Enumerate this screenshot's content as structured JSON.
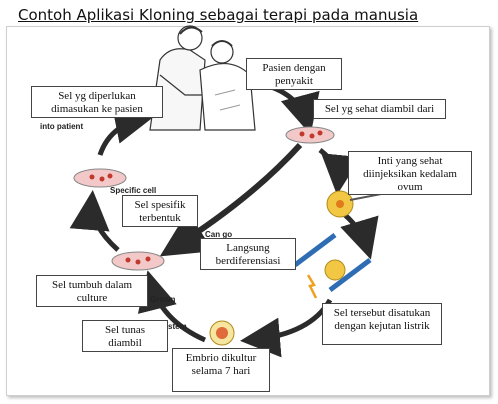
{
  "title": "Contoh Aplikasi Kloning sebagai terapi pada manusia",
  "labels": {
    "patient": "Pasien dengan penyakit",
    "healthy_cells": "Sel yg sehat diambil dari",
    "nucleus_injected": "Inti yang sehat diinjeksikan kedalam ovum",
    "fused": "Sel tersebut disatukan dengan kejutan listrik",
    "embryo": "Embrio dikultur selama 7 hari",
    "stem_cells": "Sel tunas diambil",
    "grown_culture": "Sel tumbuh dalam culture",
    "differentiate": "Langsung berdiferensiasi",
    "specific_cells": "Sel spesifik terbentuk",
    "inserted": "Sel yg diperlukan dimasukan ke pasien"
  },
  "background_text": {
    "into_patient": "into patient",
    "specific_cell": "Specific cell",
    "can_go": "Can go",
    "grown": "Grown",
    "stem": "stem"
  },
  "colors": {
    "arrow": "#2b2b2b",
    "dish_fill": "#f3c8c8",
    "dish_cell": "#c0392b",
    "ovum": "#f2c744",
    "electrode": "#2e6db4",
    "spark": "#f0a020"
  }
}
